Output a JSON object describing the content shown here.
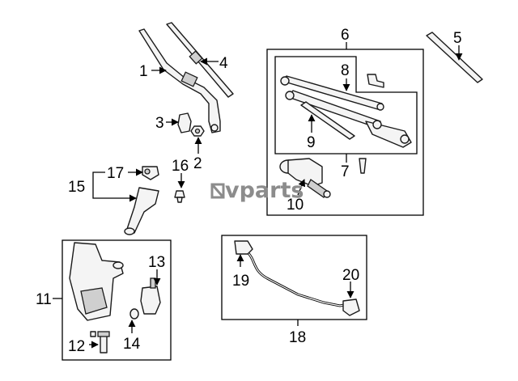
{
  "diagram": {
    "callouts": {
      "c1": "1",
      "c2": "2",
      "c3": "3",
      "c4": "4",
      "c5": "5",
      "c6": "6",
      "c7": "7",
      "c8": "8",
      "c9": "9",
      "c10": "10",
      "c11": "11",
      "c12": "12",
      "c13": "13",
      "c14": "14",
      "c15": "15",
      "c16": "16",
      "c17": "17",
      "c18": "18",
      "c19": "19",
      "c20": "20"
    },
    "watermark": "vparts"
  }
}
